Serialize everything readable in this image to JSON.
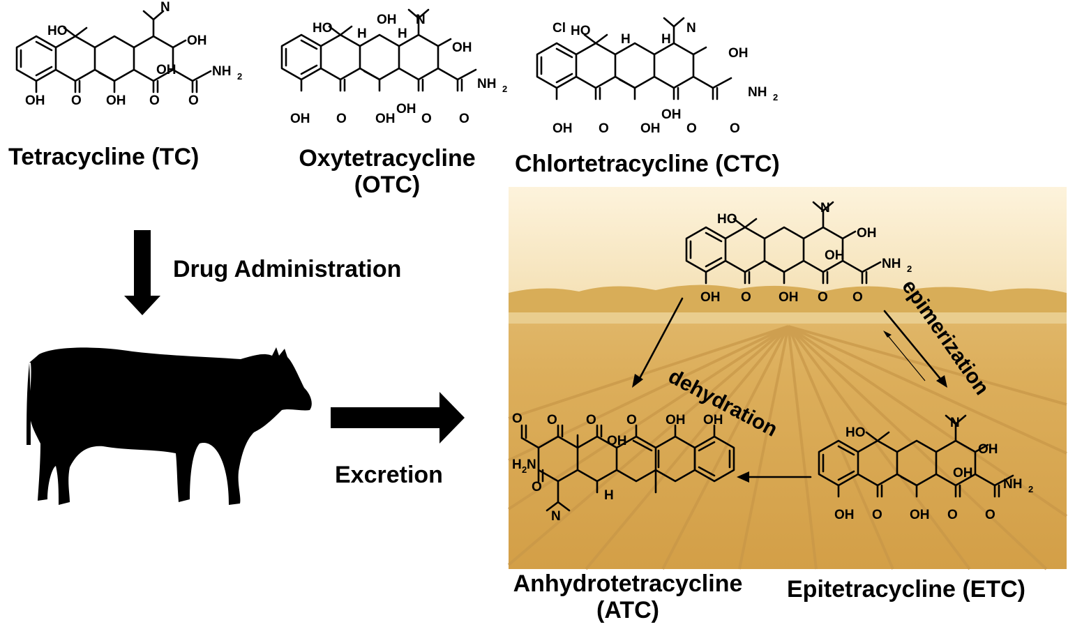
{
  "molecules": {
    "tc": {
      "name": "Tetracycline (TC)"
    },
    "otc": {
      "name_line1": "Oxytetracycline",
      "name_line2": "(OTC)"
    },
    "ctc": {
      "name": "Chlortetracycline (CTC)"
    },
    "atc": {
      "name_line1": "Anhydrotetracycline",
      "name_line2": "(ATC)"
    },
    "etc": {
      "name": "Epitetracycline (ETC)"
    }
  },
  "process": {
    "drug_administration": "Drug Administration",
    "excretion": "Excretion",
    "epimerization": "epimerization",
    "dehydration": "dehydration"
  },
  "atom_labels": {
    "OH": "OH",
    "HO": "HO",
    "O": "O",
    "N": "N",
    "H": "H",
    "Cl": "Cl",
    "NH": "NH",
    "H2N_H": "H",
    "H2N_N": "N",
    "sub2": "2"
  },
  "colors": {
    "field_light": "#f3ddb0",
    "field_mid": "#e2bd72",
    "field_dark": "#c9953f",
    "trees": "#d9b15a",
    "sky": "#fbf0d6"
  },
  "icons": [
    "cow-silhouette-icon",
    "down-arrow-icon",
    "right-arrow-icon"
  ]
}
